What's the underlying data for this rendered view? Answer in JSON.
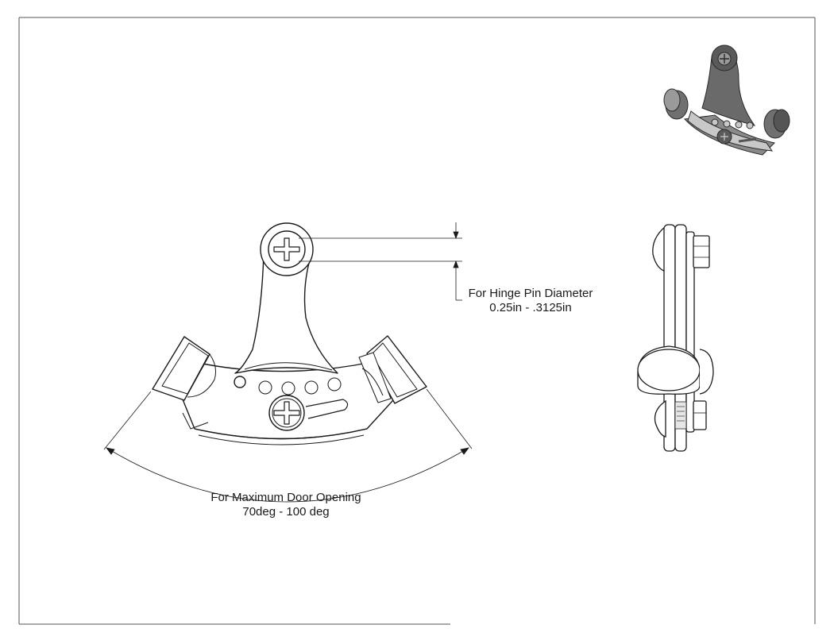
{
  "hinge_pin_note": {
    "title": "For Hinge Pin Diameter",
    "range": "0.25in - .3125in"
  },
  "door_opening_note": {
    "title": "For Maximum Door Opening",
    "range": "70deg - 100 deg"
  },
  "colors": {
    "line": "#1a1a1a",
    "part_fill": "#ffffff",
    "iso_dark": "#3c3c3c",
    "iso_mid": "#8a8a8a",
    "iso_light": "#c8c8c8"
  }
}
